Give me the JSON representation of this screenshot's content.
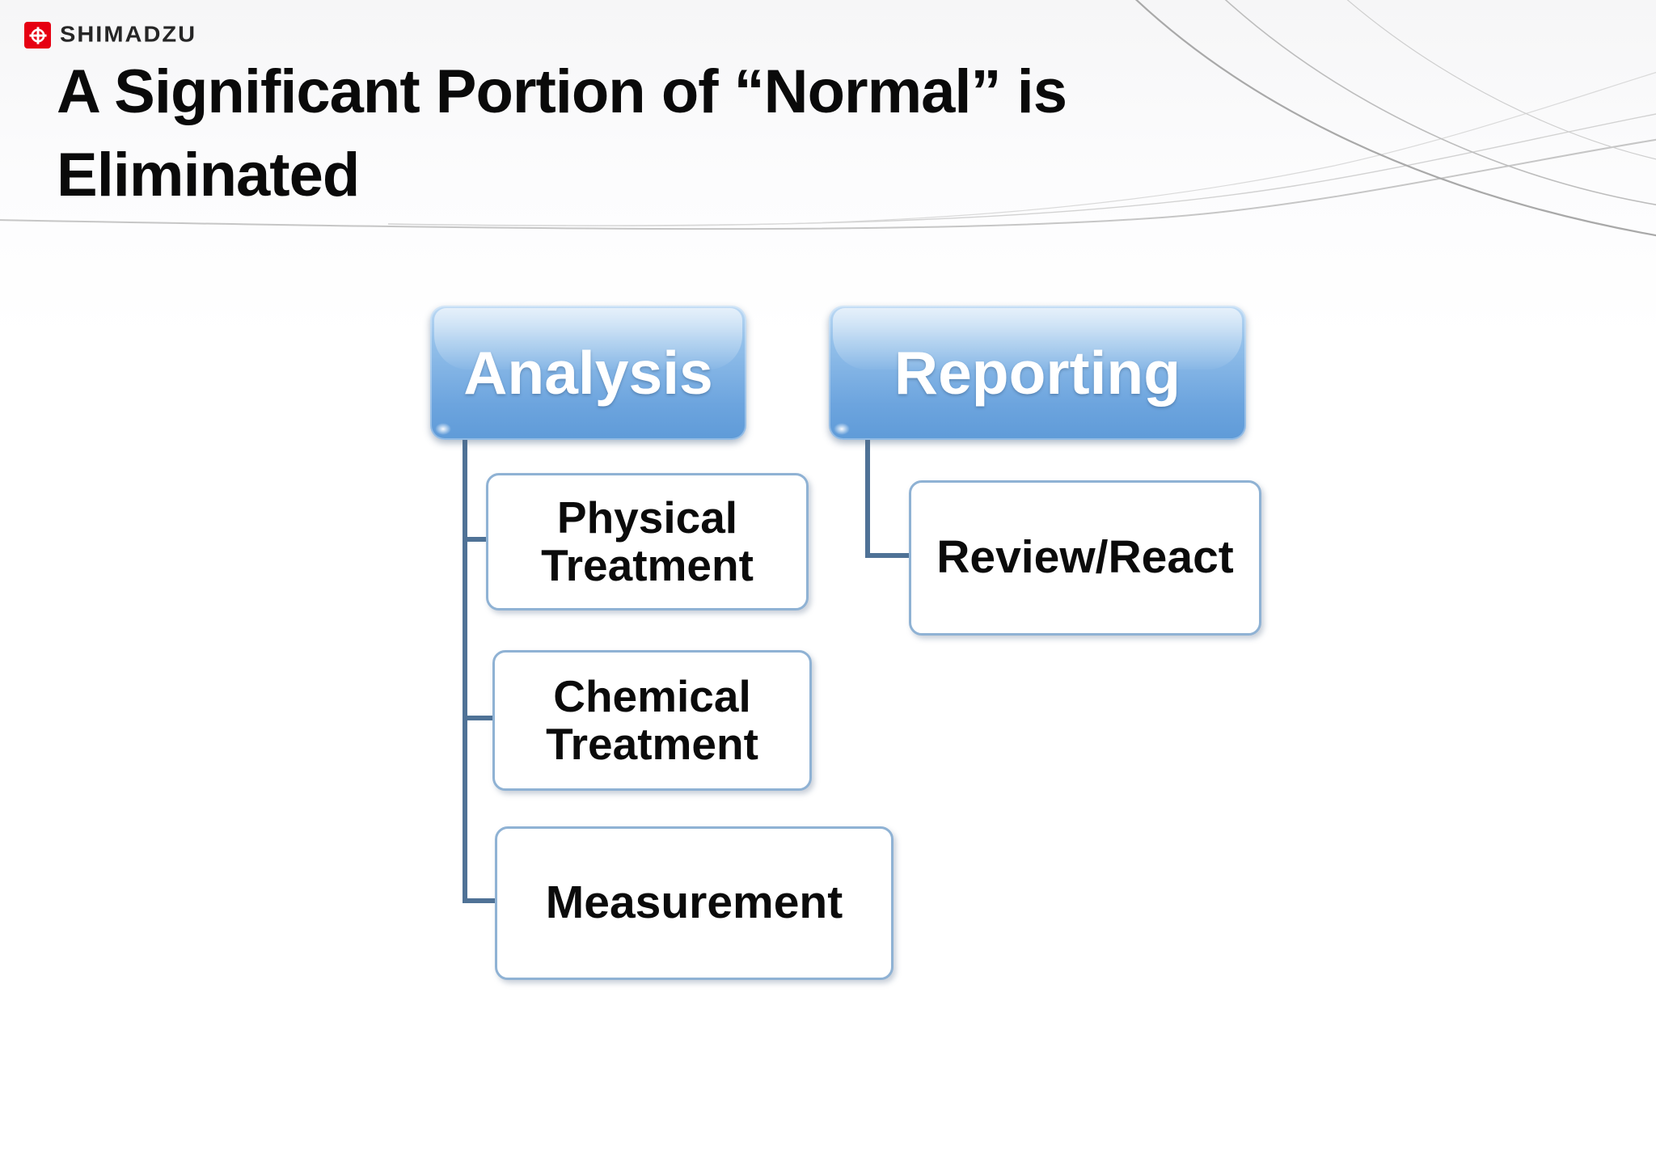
{
  "header": {
    "brand": "SHIMADZU",
    "logo_mark": "shimadzu-circle-cross-icon",
    "title_line1": "A Significant Portion of “Normal” is",
    "title_line2": "Eliminated"
  },
  "colors": {
    "brand_red": "#E60012",
    "parent_node_blue": "#6FA5DF",
    "child_node_border_blue": "#8FB2D4",
    "connector_blue": "#4F7296",
    "title_text": "#0A0A0A",
    "swoosh_gray": "#BDBDBD"
  },
  "diagram": {
    "type": "hierarchy",
    "groups": [
      {
        "parent": "Analysis",
        "children": [
          "Physical\nTreatment",
          "Chemical\nTreatment",
          "Measurement"
        ]
      },
      {
        "parent": "Reporting",
        "children": [
          "Review/React"
        ]
      }
    ]
  }
}
